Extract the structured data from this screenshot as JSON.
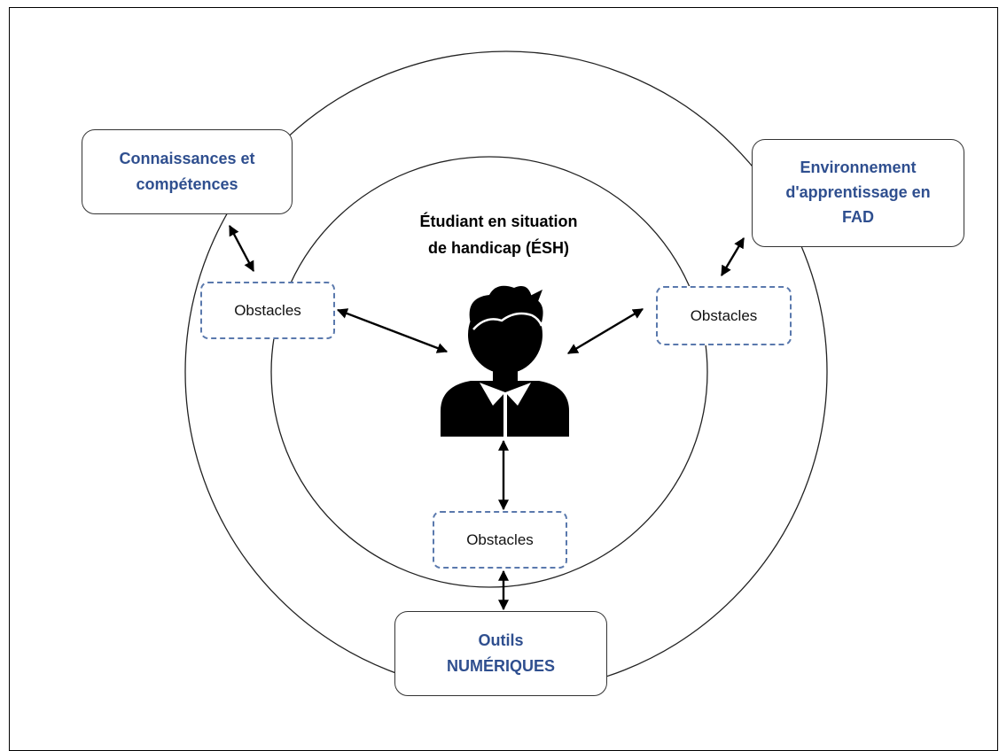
{
  "student": {
    "line1": "Étudiant en situation",
    "line2": "de handicap (ÉSH)"
  },
  "nodes": {
    "knowledge": {
      "line1": "Connaissances et",
      "line2": "compétences"
    },
    "environment": {
      "line1": "Environnement",
      "line2": "d'apprentissage en",
      "line3": "FAD"
    },
    "tools": {
      "line1": "Outils",
      "line2": "NUMÉRIQUES"
    }
  },
  "obstacles": {
    "left": "Obstacles",
    "right": "Obstacles",
    "bottom": "Obstacles"
  },
  "colors": {
    "node_text": "#2f4f8f",
    "obstacle_border": "#5a79ad",
    "line": "#000000"
  },
  "icons": {
    "center": "person-icon"
  }
}
